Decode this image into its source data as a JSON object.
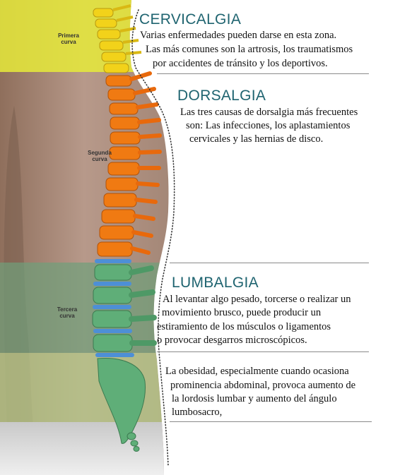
{
  "labels": {
    "primera": "Primera\ncurva",
    "segunda": "Segunda\ncurva",
    "tercera": "Tercera\ncurva"
  },
  "sections": {
    "cervicalgia": {
      "title": "CERVICALGIA",
      "lines": [
        "Varias enfermedades pueden darse en esta zona.",
        "Las más comunes son la artrosis, los traumatismos",
        "por accidentes de tránsito y los deportivos."
      ]
    },
    "dorsalgia": {
      "title": "DORSALGIA",
      "lines": [
        "Las tres causas de dorsalgia más frecuentes",
        "son: Las infecciones, los aplastamientos",
        "cervicales y las hernias de disco."
      ]
    },
    "lumbalgia": {
      "title": "LUMBALGIA",
      "lines": [
        "Al levantar algo pesado, torcerse o realizar un",
        "movimiento brusco, puede producir un",
        "estiramiento de los músculos o ligamentos",
        "o provocar desgarros microscópicos."
      ],
      "lines2": [
        "La obesidad, especialmente cuando ocasiona",
        "prominencia abdominal, provoca aumento de",
        "la lordosis lumbar y aumento del ángulo",
        "lumbosacro,"
      ]
    }
  },
  "colors": {
    "cervical_zone": "#e6ea3a",
    "cervical_bone": "#f2d21a",
    "thoracic_bone": "#f07a12",
    "lumbar_bone": "#5fae78",
    "disc_blue": "#4d8fd6",
    "lumbar_zone": "#6fa07a",
    "sacral_zone": "#b5c98a",
    "heading": "#1f6470"
  }
}
